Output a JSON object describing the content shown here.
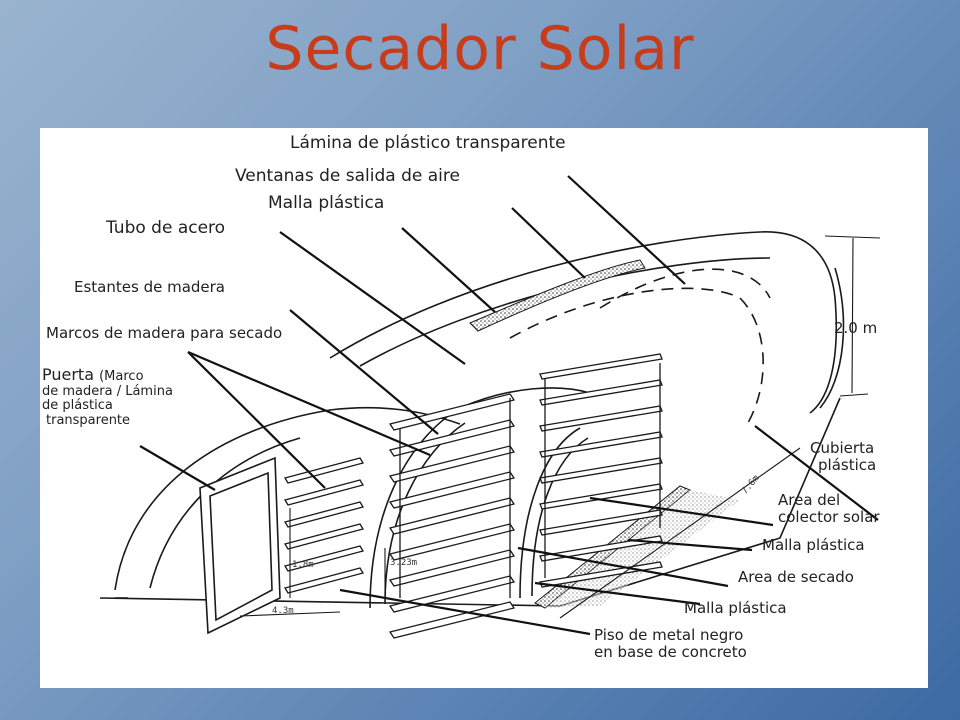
{
  "title": "Secador Solar",
  "labels": {
    "lamina": "Lámina de plástico transparente",
    "ventanas": "Ventanas de salida de aire",
    "malla_top": "Malla plástica",
    "tubo": "Tubo de acero",
    "estantes": "Estantes de madera",
    "marcos": "Marcos de madera para secado",
    "puerta_l1_main": "Puerta",
    "puerta_l1_small": "(Marco",
    "puerta_l2": "de madera / Lámina",
    "puerta_l3": "de plástica",
    "puerta_l4": "transparente",
    "altura": "2.0 m",
    "cubierta_l1": "Cubierta",
    "cubierta_l2": "plástica",
    "colector_l1": "Area del",
    "colector_l2": "colector solar",
    "malla_right1": "Malla plástica",
    "secado": "Area de secado",
    "malla_right2": "Malla plástica",
    "piso_l1": "Piso de metal negro",
    "piso_l2": "en base de concreto"
  },
  "dimensions": {
    "width": "4.3m",
    "door_height": "1.8m",
    "interior": "3.23m",
    "length": "7.6m"
  },
  "colors": {
    "title": "#c73d1c",
    "line": "#1a1a1a"
  }
}
